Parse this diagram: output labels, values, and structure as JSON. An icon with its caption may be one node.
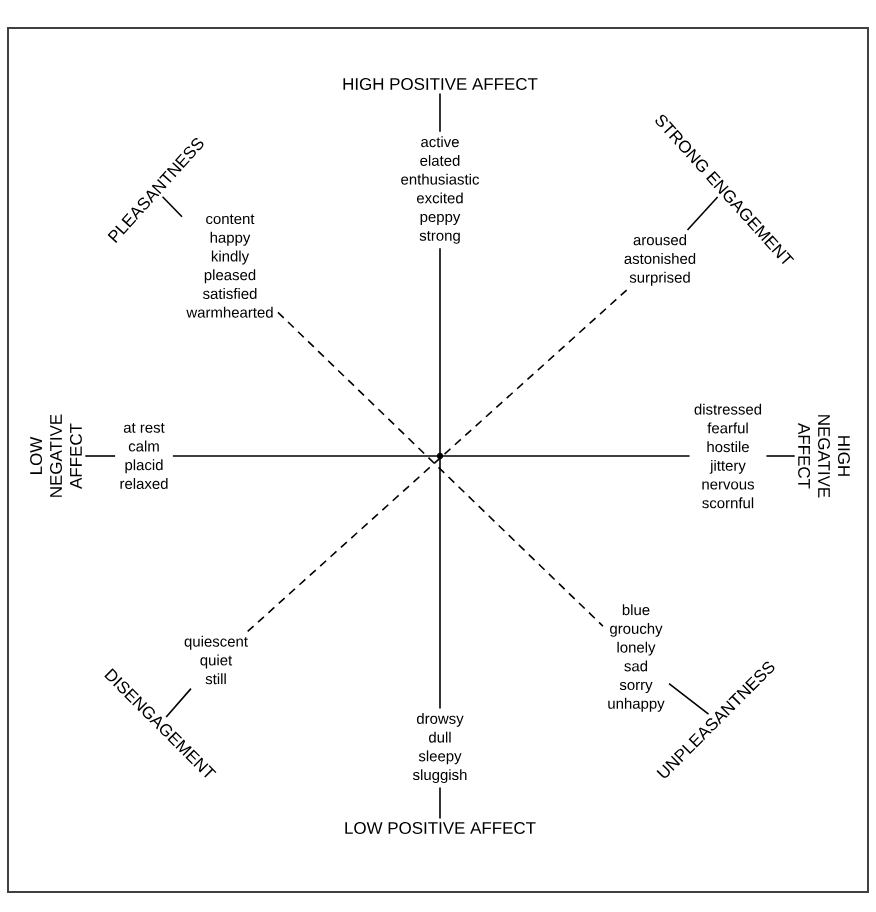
{
  "diagram": {
    "nodes": [
      {
        "text": [
          "HIGH POSITIVE AFFECT"
        ]
      },
      {
        "text": [
          "active",
          "elated",
          "enthusiastic",
          "excited",
          "peppy",
          "strong"
        ]
      },
      {
        "text": [
          "PLEASANTNESS"
        ]
      },
      {
        "text": [
          "content",
          "happy",
          "kindly",
          "pleased",
          "satisfied",
          "warmhearted"
        ]
      },
      {
        "text": [
          "STRONG ENGAGEMENT"
        ]
      },
      {
        "text": [
          "aroused",
          "astonished",
          "surprised"
        ]
      },
      {
        "text": [
          "LOW NEGATIVE AFFECT"
        ]
      },
      {
        "text": [
          "at rest",
          "calm",
          "placid",
          "relaxed"
        ]
      },
      {
        "text": [
          "distressed",
          "fearful",
          "hostile",
          "jittery",
          "nervous",
          "scornful"
        ]
      },
      {
        "text": [
          "HIGH NEGATIVE AFFECT"
        ]
      },
      {
        "text": [
          "DISENGAGEMENT"
        ]
      },
      {
        "text": [
          "quiescent",
          "quiet",
          "still"
        ]
      },
      {
        "text": [
          "blue",
          "grouchy",
          "lonely",
          "sad",
          "sorry",
          "unhappy"
        ]
      },
      {
        "text": [
          "UNPLEASANTNESS"
        ]
      },
      {
        "text": [
          "drowsy",
          "dull",
          "sleepy",
          "sluggish"
        ]
      },
      {
        "text": [
          "LOW POSITIVE AFFECT"
        ]
      }
    ],
    "edges": [
      {
        "from": 1,
        "to": 14,
        "arrow": "none"
      },
      {
        "from": 7,
        "to": 8,
        "arrow": "none"
      },
      {
        "from": 3,
        "to": 12,
        "arrow": "none",
        "style": "dashed"
      },
      {
        "from": 5,
        "to": 11,
        "arrow": "none",
        "style": "dashed"
      },
      {
        "from": 0,
        "to": 1,
        "arrow": "none"
      },
      {
        "from": 2,
        "to": 3,
        "arrow": "none"
      },
      {
        "from": 4,
        "to": 5,
        "arrow": "none"
      },
      {
        "from": 6,
        "to": 7,
        "arrow": "none"
      },
      {
        "from": 9,
        "to": 8,
        "arrow": "none"
      },
      {
        "from": 10,
        "to": 11,
        "arrow": "none"
      },
      {
        "from": 13,
        "to": 12,
        "arrow": "none"
      },
      {
        "from": 15,
        "to": 14,
        "arrow": "none"
      }
    ]
  }
}
